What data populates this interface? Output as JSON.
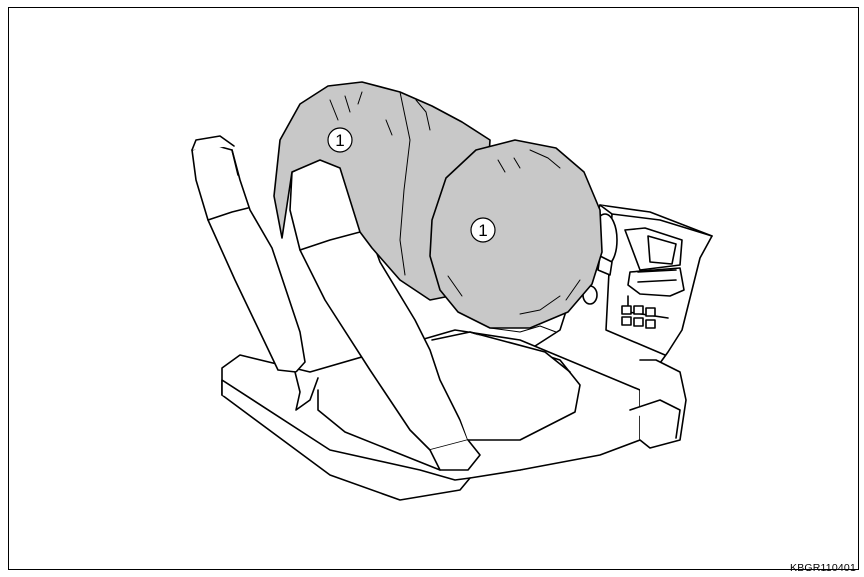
{
  "figure": {
    "callouts": [
      {
        "label": "1",
        "target": "drivers-airbag"
      },
      {
        "label": "1",
        "target": "front-passenger-airbag"
      }
    ],
    "image_code": "KBGR110401",
    "colors": {
      "airbag_fill": "#c8c8c8",
      "line": "#000000",
      "background": "#ffffff"
    }
  }
}
